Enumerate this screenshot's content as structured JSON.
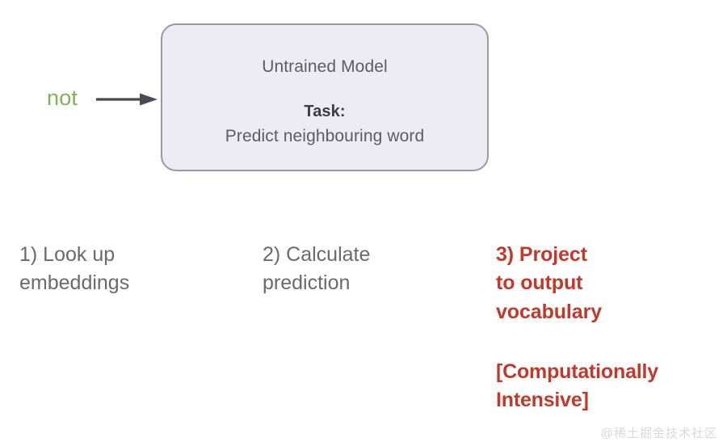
{
  "slide": {
    "background_color": "#ffffff",
    "input": {
      "word": "not",
      "color": "#82b055",
      "arrow_icon": "arrow-right-icon",
      "arrow_color": "#4a4a52"
    },
    "model_box": {
      "title": "Untrained Model",
      "task_label": "Task:",
      "task_text": "Predict neighbouring word",
      "fill_color": "#edebf3",
      "border_color": "#9b9b9f"
    },
    "steps": [
      {
        "text": "1) Look up\nembeddings",
        "color": "#6a6a6e",
        "emphasis": "normal"
      },
      {
        "text": "2) Calculate\nprediction",
        "color": "#6a6a6e",
        "emphasis": "normal"
      },
      {
        "text": "3) Project\nto output\nvocabulary",
        "color": "#c0392b",
        "emphasis": "bold"
      }
    ],
    "note": {
      "text": "[Computationally\nIntensive]",
      "color": "#c0392b"
    },
    "watermark": "@稀土掘金技术社区"
  }
}
